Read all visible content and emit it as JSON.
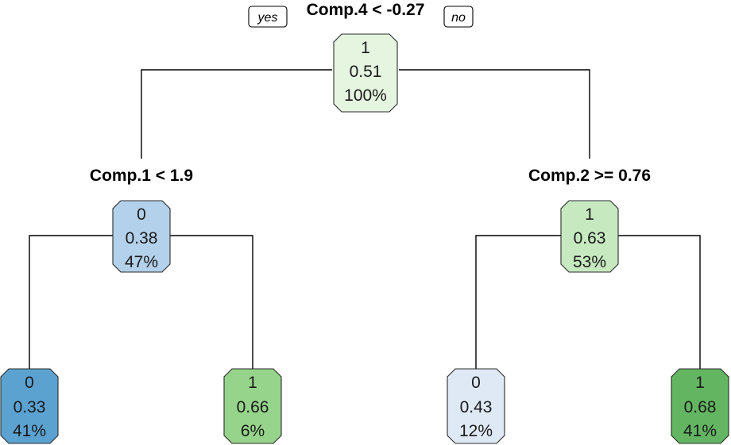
{
  "tree": {
    "branch_labels": {
      "yes": "yes",
      "no": "no"
    },
    "splits": {
      "root": "Comp.4 < -0.27",
      "left": "Comp.1 < 1.9",
      "right": "Comp.2 >= 0.76"
    },
    "nodes": {
      "root": {
        "class": "1",
        "prob": "0.51",
        "pct": "100%",
        "color": "#e5f5e0"
      },
      "left": {
        "class": "0",
        "prob": "0.38",
        "pct": "47%",
        "color": "#b3d1ea"
      },
      "right": {
        "class": "1",
        "prob": "0.63",
        "pct": "53%",
        "color": "#c7e9c0"
      },
      "left_left": {
        "class": "0",
        "prob": "0.33",
        "pct": "41%",
        "color": "#5ba2d1"
      },
      "left_right": {
        "class": "1",
        "prob": "0.66",
        "pct": "6%",
        "color": "#97d48b"
      },
      "right_left": {
        "class": "0",
        "prob": "0.43",
        "pct": "12%",
        "color": "#dfe9f5"
      },
      "right_right": {
        "class": "1",
        "prob": "0.68",
        "pct": "41%",
        "color": "#63b562"
      }
    }
  }
}
